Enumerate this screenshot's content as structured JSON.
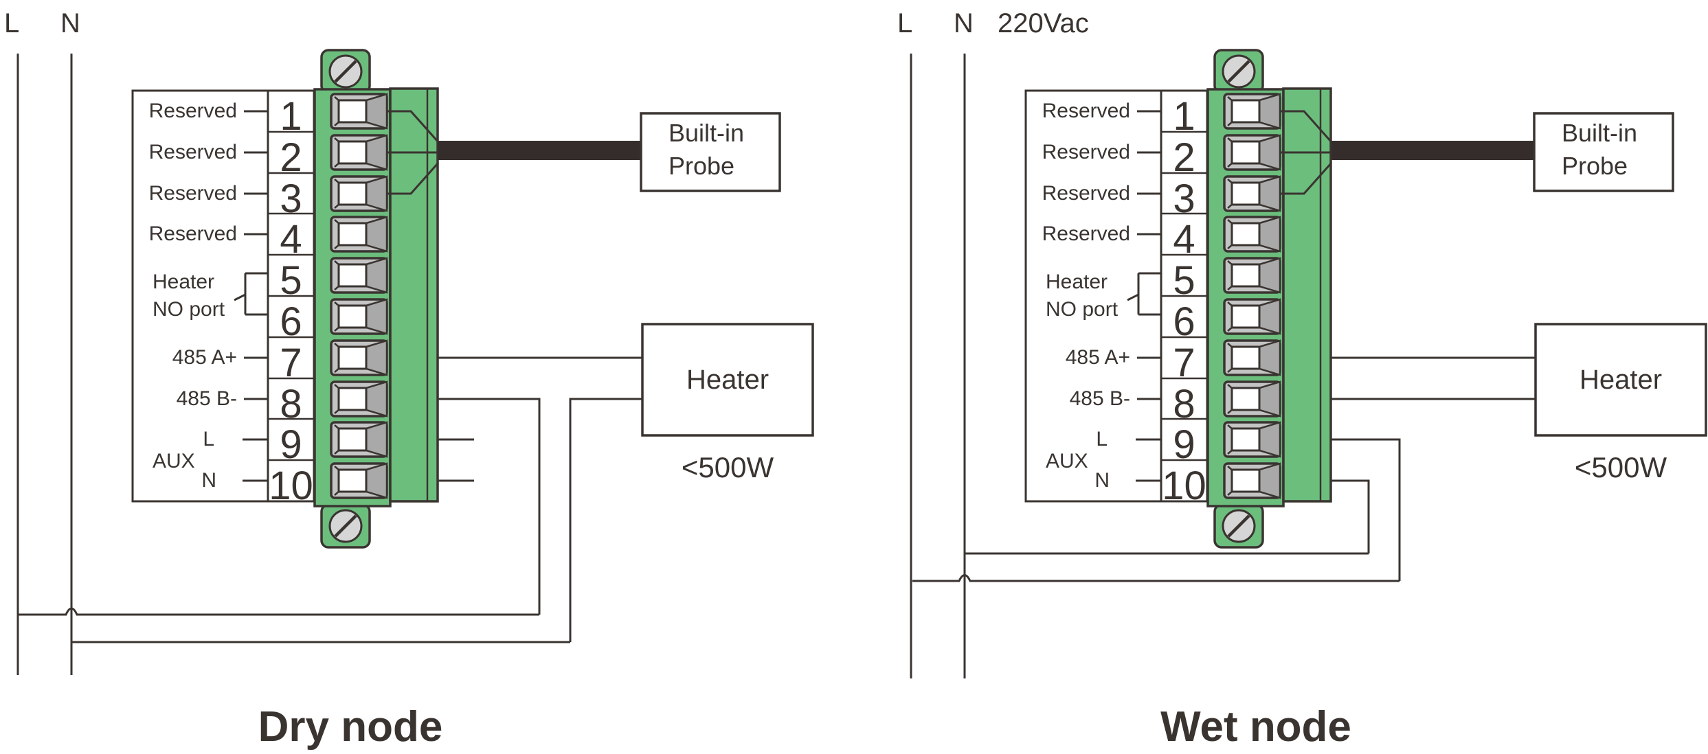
{
  "colors": {
    "line": "#3a3431",
    "green": "#6cbe7d",
    "clamp": "#c4c4c4",
    "wedge": "#a9a9a9",
    "screw": "#d6d6d6",
    "cable": "#342d2b",
    "paper": "#ffffff"
  },
  "left": {
    "title": "Dry node",
    "mains": {
      "l": "L",
      "n": "N"
    },
    "rows": [
      {
        "num": "1",
        "label": "Reserved"
      },
      {
        "num": "2",
        "label": "Reserved"
      },
      {
        "num": "3",
        "label": "Reserved"
      },
      {
        "num": "4",
        "label": "Reserved"
      },
      {
        "num": "5",
        "label": ""
      },
      {
        "num": "6",
        "label": ""
      },
      {
        "num": "7",
        "label": "485 A+"
      },
      {
        "num": "8",
        "label": "485 B-"
      },
      {
        "num": "9",
        "label": "L"
      },
      {
        "num": "10",
        "label": "N"
      }
    ],
    "heater_no": {
      "line1": "Heater",
      "line2": "NO port"
    },
    "aux": "AUX",
    "probe": {
      "line1": "Built-in",
      "line2": "Probe"
    },
    "heater": {
      "label": "Heater",
      "rating": "<500W"
    }
  },
  "right": {
    "title": "Wet node",
    "voltage": "220Vac",
    "mains": {
      "l": "L",
      "n": "N"
    },
    "rows": [
      {
        "num": "1",
        "label": "Reserved"
      },
      {
        "num": "2",
        "label": "Reserved"
      },
      {
        "num": "3",
        "label": "Reserved"
      },
      {
        "num": "4",
        "label": "Reserved"
      },
      {
        "num": "5",
        "label": ""
      },
      {
        "num": "6",
        "label": ""
      },
      {
        "num": "7",
        "label": "485 A+"
      },
      {
        "num": "8",
        "label": "485 B-"
      },
      {
        "num": "9",
        "label": "L"
      },
      {
        "num": "10",
        "label": "N"
      }
    ],
    "heater_no": {
      "line1": "Heater",
      "line2": "NO port"
    },
    "aux": "AUX",
    "probe": {
      "line1": "Built-in",
      "line2": "Probe"
    },
    "heater": {
      "label": "Heater",
      "rating": "<500W"
    }
  }
}
